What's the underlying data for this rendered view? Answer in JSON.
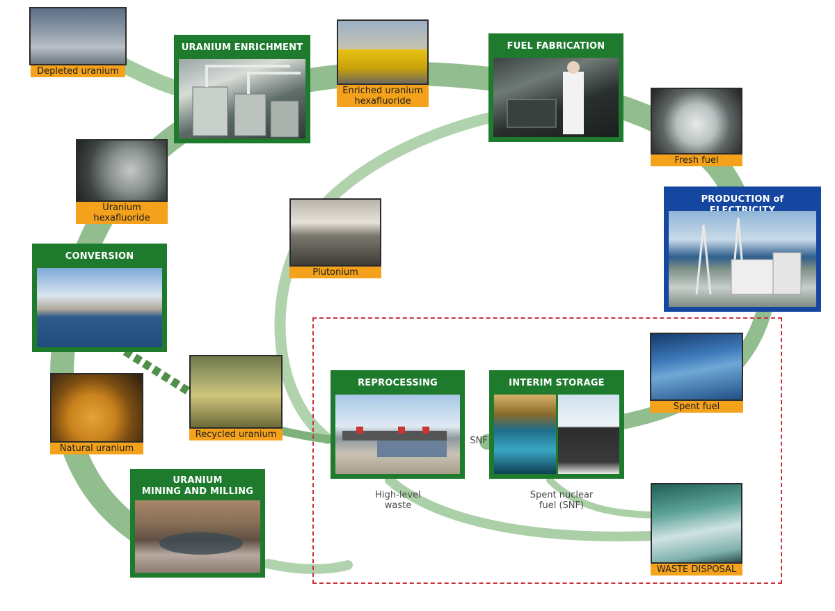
{
  "stages": {
    "enrichment": "URANIUM ENRICHMENT",
    "fabrication": "FUEL FABRICATION",
    "electricity": "PRODUCTION of ELECTRICITY",
    "conversion": "CONVERSION",
    "reprocessing": "REPROCESSING",
    "interim_storage": "INTERIM STORAGE",
    "mining_line1": "URANIUM",
    "mining_line2": "MINING AND MILLING"
  },
  "labels": {
    "depleted_uranium": "Depleted uranium",
    "enriched_uf6_line1": "Enriched uranium",
    "enriched_uf6_line2": "hexafluoride",
    "fresh_fuel": "Fresh fuel",
    "uf6_line1": "Uranium",
    "uf6_line2": "hexafluoride",
    "plutonium": "Plutonium",
    "recycled_uranium": "Recycled uranium",
    "natural_uranium": "Natural uranium",
    "spent_fuel": "Spent fuel",
    "waste_disposal": "WASTE DISPOSAL"
  },
  "annotations": {
    "snf": "SNF",
    "hlw_line1": "High-level",
    "hlw_line2": "waste",
    "snf_line1": "Spent nuclear",
    "snf_line2": "fuel (SNF)"
  },
  "colors": {
    "stage_green": "#1e7b2e",
    "stage_blue": "#1546a0",
    "label_orange": "#f4a21c",
    "flow_green": "#7fb27a",
    "dashed_red": "#c8323a"
  }
}
